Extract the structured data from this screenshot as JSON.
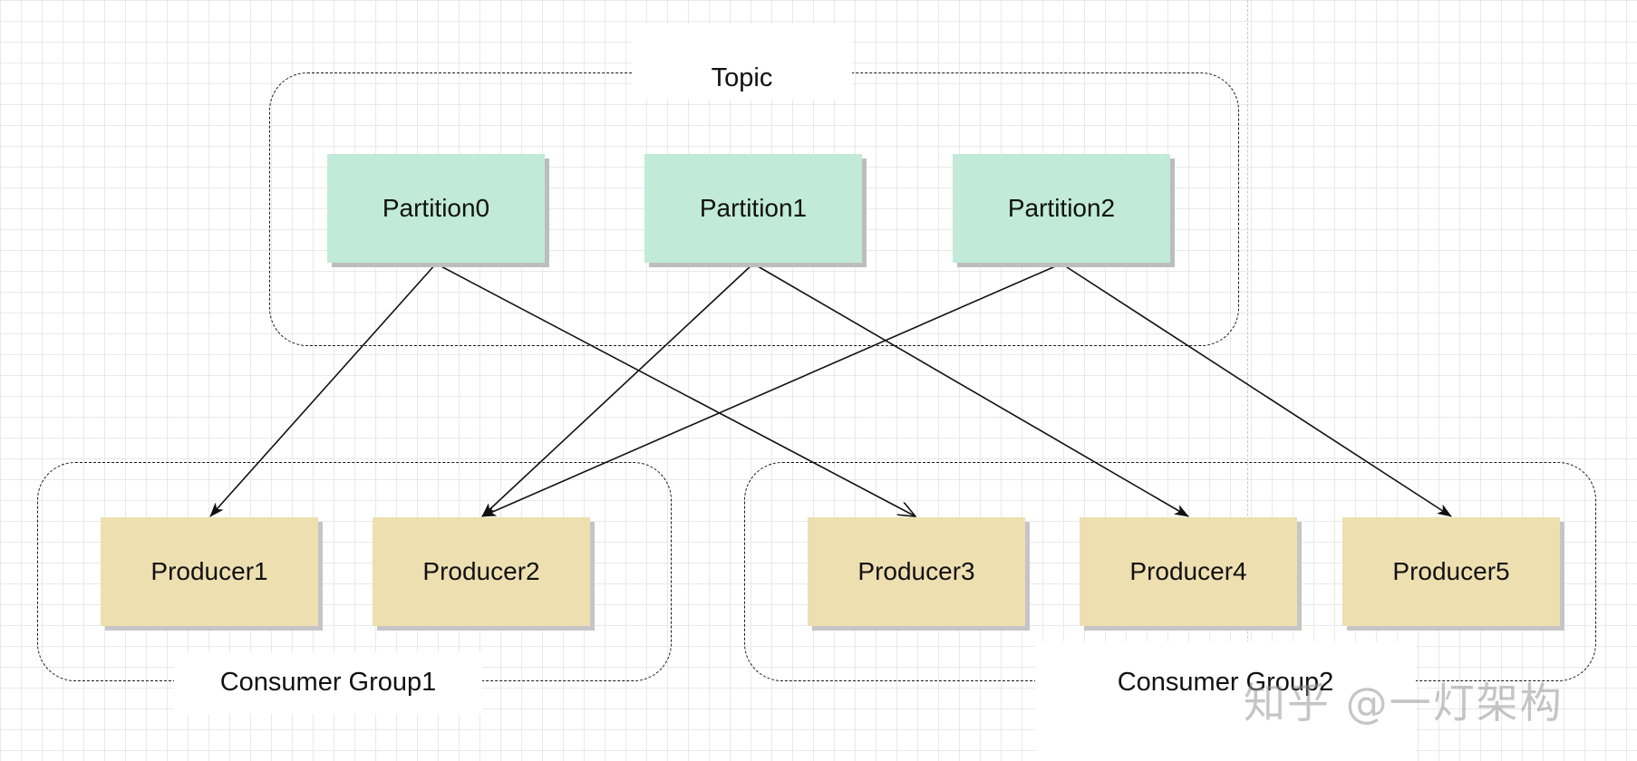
{
  "diagram": {
    "topic": {
      "title": "Topic",
      "partitions": [
        "Partition0",
        "Partition1",
        "Partition2"
      ]
    },
    "consumer_groups": [
      {
        "title": "Consumer Group1",
        "producers": [
          "Producer1",
          "Producer2"
        ]
      },
      {
        "title": "Consumer Group2",
        "producers": [
          "Producer3",
          "Producer4",
          "Producer5"
        ]
      }
    ],
    "connections": [
      {
        "from": "Partition0",
        "to": "Producer1"
      },
      {
        "from": "Partition0",
        "to": "Producer3"
      },
      {
        "from": "Partition1",
        "to": "Producer2"
      },
      {
        "from": "Partition1",
        "to": "Producer4"
      },
      {
        "from": "Partition2",
        "to": "Producer2"
      },
      {
        "from": "Partition2",
        "to": "Producer5"
      }
    ],
    "colors": {
      "partition_fill": "#c1ead8",
      "producer_fill": "#eedfb1",
      "line": "#111111"
    }
  },
  "watermark": "知乎 @一灯架构"
}
